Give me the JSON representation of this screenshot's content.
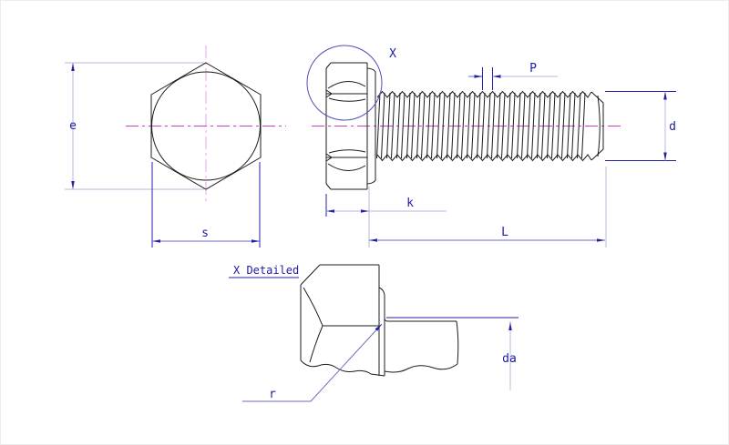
{
  "drawing": {
    "front_view": {
      "dim_e_label": "e",
      "dim_s_label": "s"
    },
    "side_view": {
      "detail_callout_label": "X",
      "dim_p_label": "P",
      "dim_d_label": "d",
      "dim_k_label": "k",
      "dim_l_label": "L"
    },
    "detail_view": {
      "title": "X Detailed",
      "dim_r_label": "r",
      "dim_da_label": "da"
    }
  },
  "colors": {
    "object_line": "#1c1c1c",
    "dimension_accent": "#2222a6",
    "dimension_light": "#b9b9e0",
    "dimension_mid": "#6b6bc4",
    "centerline_magenta": "#cc3fcc",
    "centerline_pink": "#eda4e6",
    "detail_circle_blue": "#5050b5",
    "background": "#ffffff"
  }
}
